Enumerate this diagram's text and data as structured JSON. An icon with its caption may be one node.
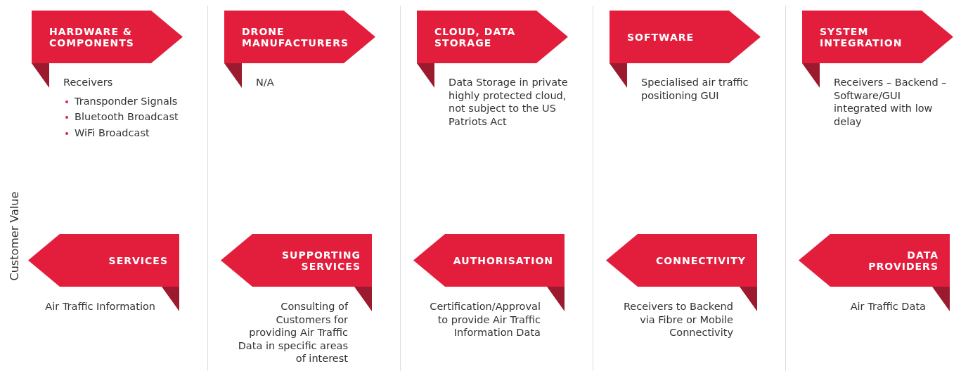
{
  "diagram": {
    "nodes": [
      {
        "text": [
          "HARDWARE & COMPONENTS"
        ],
        "beside": [
          "Receivers",
          "Transponder Signals",
          "Bluetooth Broadcast",
          "WiFi Broadcast"
        ]
      },
      {
        "text": [
          "DRONE MANUFACTURERS"
        ],
        "beside": [
          "N/A"
        ]
      },
      {
        "text": [
          "CLOUD, DATA STORAGE"
        ],
        "beside": [
          "Data Storage in private highly protected cloud, not subject to the US Patriots Act"
        ]
      },
      {
        "text": [
          "SOFTWARE"
        ],
        "beside": [
          "Specialised air traffic positioning GUI"
        ]
      },
      {
        "text": [
          "SYSTEM INTEGRATION"
        ],
        "beside": [
          "Receivers – Backend – Software/GUI integrated with low delay"
        ]
      },
      {
        "text": [
          "SERVICES"
        ],
        "beside": [
          "Air Traffic Information"
        ]
      },
      {
        "text": [
          "SUPPORTING SERVICES"
        ],
        "beside": [
          "Consulting of Customers for providing Air Traffic Data in specific areas of interest"
        ]
      },
      {
        "text": [
          "AUTHORISATION"
        ],
        "beside": [
          "Certification/Approval to provide Air Traffic Information Data"
        ]
      },
      {
        "text": [
          "CONNECTIVITY"
        ],
        "beside": [
          "Receivers to Backend via Fibre or Mobile Connectivity"
        ]
      },
      {
        "text": [
          "DATA PROVIDERS"
        ],
        "beside": [
          "Air Traffic Data"
        ]
      }
    ],
    "labels": [
      "Customer Value"
    ]
  }
}
